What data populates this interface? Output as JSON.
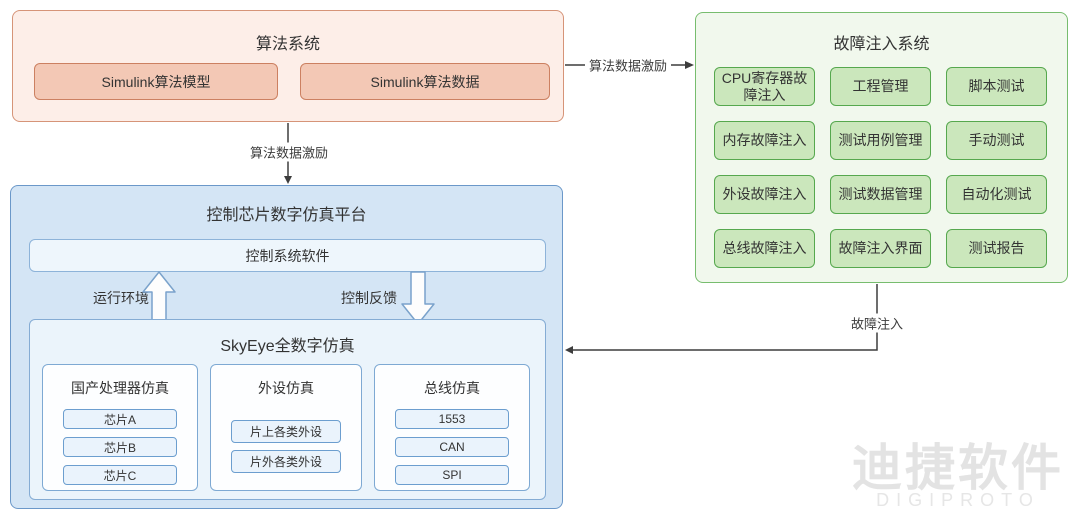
{
  "algo_system": {
    "title": "算法系统",
    "buttons": [
      "Simulink算法模型",
      "Simulink算法数据"
    ]
  },
  "fault_system": {
    "title": "故障注入系统",
    "buttons": [
      "CPU寄存器故障注入",
      "工程管理",
      "脚本测试",
      "内存故障注入",
      "测试用例管理",
      "手动测试",
      "外设故障注入",
      "测试数据管理",
      "自动化测试",
      "总线故障注入",
      "故障注入界面",
      "测试报告"
    ]
  },
  "platform": {
    "title": "控制芯片数字仿真平台",
    "software_bar": "控制系统软件",
    "arrow_up_label": "运行环境",
    "arrow_down_label": "控制反馈",
    "skyeye": {
      "title": "SkyEye全数字仿真",
      "groups": [
        {
          "title": "国产处理器仿真",
          "items": [
            "芯片A",
            "芯片B",
            "芯片C"
          ]
        },
        {
          "title": "外设仿真",
          "items": [
            "片上各类外设",
            "片外各类外设"
          ]
        },
        {
          "title": "总线仿真",
          "items": [
            "1553",
            "CAN",
            "SPI"
          ]
        }
      ]
    }
  },
  "connectors": {
    "algo_to_fault_label": "算法数据激励",
    "algo_to_platform_label": "算法数据激励",
    "fault_to_platform_label": "故障注入"
  },
  "watermark": {
    "cn": "迪捷软件",
    "en": "DIGIPROTO"
  },
  "colors": {
    "algo_fill": "#fdeee8",
    "algo_border": "#d69478",
    "algo_button_fill": "#f3c8b5",
    "algo_button_border": "#cc8061",
    "fault_fill": "#f1f8ed",
    "fault_border": "#77bd6e",
    "fault_button_fill": "#cbe7bc",
    "fault_button_border": "#56a84e",
    "platform_fill": "#d4e5f5",
    "platform_border": "#6b98c9",
    "panel_fill": "#ebf4fb",
    "panel_border": "#85acd4",
    "chip_fill": "#eaf3fc",
    "chip_border": "#6c9ecf",
    "connector": "#3d3d3d",
    "watermark": "#e3e3e3"
  }
}
